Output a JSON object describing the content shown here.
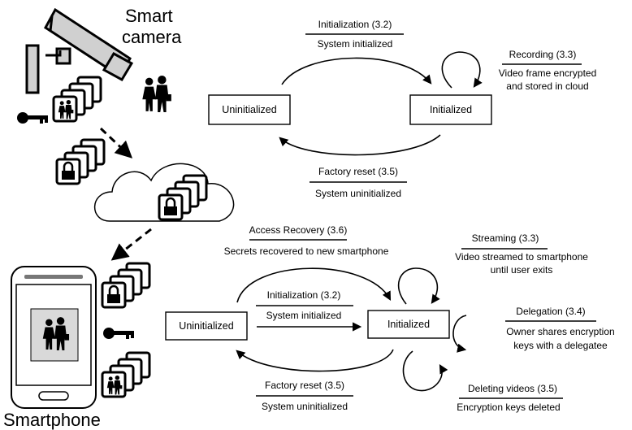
{
  "camera": {
    "label_line1": "Smart",
    "label_line2": "camera"
  },
  "smartphone": {
    "label": "Smartphone"
  },
  "camera_diagram": {
    "state_left": "Uninitialized",
    "state_right": "Initialized",
    "init": {
      "title": "Initialization (3.2)",
      "desc": "System initialized"
    },
    "reset": {
      "title": "Factory reset (3.5)",
      "desc": "System uninitialized"
    },
    "recording": {
      "title": "Recording (3.3)",
      "desc_line1": "Video frame encrypted",
      "desc_line2": "and stored in cloud"
    }
  },
  "phone_diagram": {
    "state_left": "Uninitialized",
    "state_right": "Initialized",
    "recovery": {
      "title": "Access Recovery (3.6)",
      "desc": "Secrets recovered to new smartphone"
    },
    "init": {
      "title": "Initialization (3.2)",
      "desc": "System initialized"
    },
    "reset": {
      "title": "Factory reset (3.5)",
      "desc": "System uninitialized"
    },
    "streaming": {
      "title": "Streaming (3.3)",
      "desc_line1": "Video streamed to smartphone",
      "desc_line2": "until user exits"
    },
    "delegation": {
      "title": "Delegation (3.4)",
      "desc_line1": "Owner shares encryption",
      "desc_line2": "keys with a delegatee"
    },
    "deleting": {
      "title": "Deleting videos (3.5)",
      "desc": "Encryption keys deleted"
    }
  }
}
